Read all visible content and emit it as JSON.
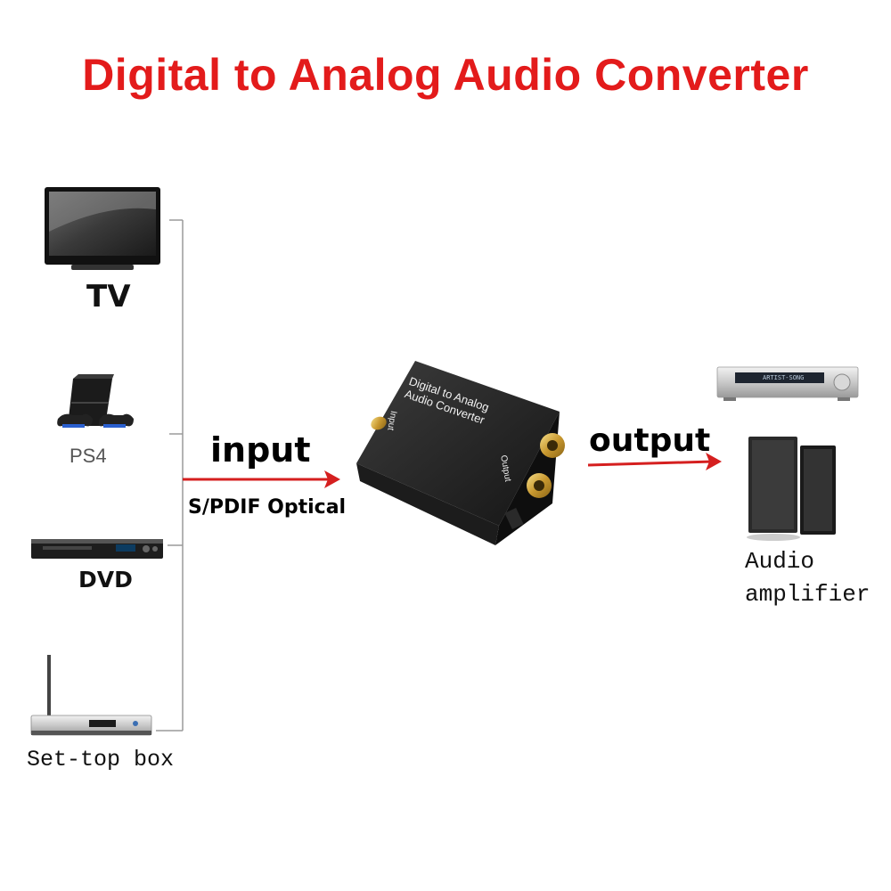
{
  "title": "Digital to Analog Audio Converter",
  "colors": {
    "title": "#e31b1b",
    "arrow": "#d51f1f",
    "line": "#9a9a9a"
  },
  "sources": {
    "tv": "TV",
    "ps4": "PS4",
    "dvd": "DVD",
    "settop": "Set-top box"
  },
  "input": {
    "label": "input",
    "sub": "S/PDIF Optical"
  },
  "device": {
    "text_line1": "Digital to Analog",
    "text_line2": "Audio Converter",
    "input_text": "Input",
    "output_text": "Output"
  },
  "output": {
    "label": "output"
  },
  "amplifier": {
    "line1": "Audio",
    "line2": "amplifier",
    "display_text": "ARTIST-SONG"
  }
}
